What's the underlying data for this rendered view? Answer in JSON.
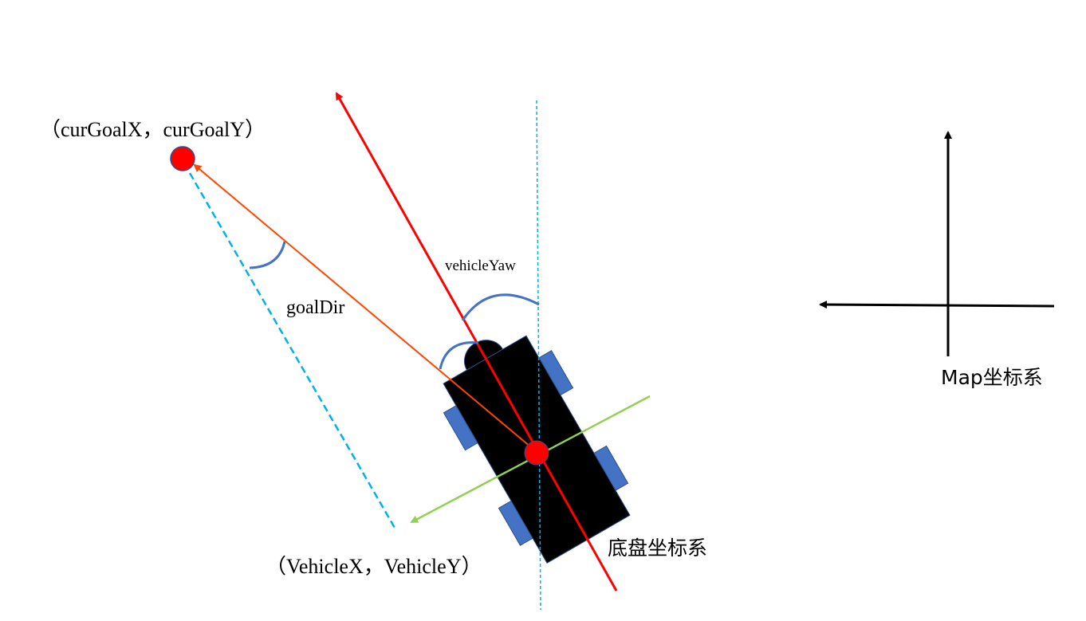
{
  "labels": {
    "goal_point": "（curGoalX，curGoalY）",
    "goal_dir": "goalDir",
    "vehicle_yaw": "vehicleYaw",
    "vehicle_point": "（VehicleX，VehicleY）",
    "chassis_frame": "底盘坐标系",
    "map_frame": "Map坐标系"
  },
  "colors": {
    "heading_arrow": "#ff0000",
    "goal_vector": "#ff4500",
    "lateral_axis": "#92d050",
    "reference_dashed": "#00b0f0",
    "angle_arc": "#4472c4",
    "wheel": "#4472c4",
    "body": "#000000",
    "point_fill": "#ff0000",
    "axis_black": "#000000"
  }
}
